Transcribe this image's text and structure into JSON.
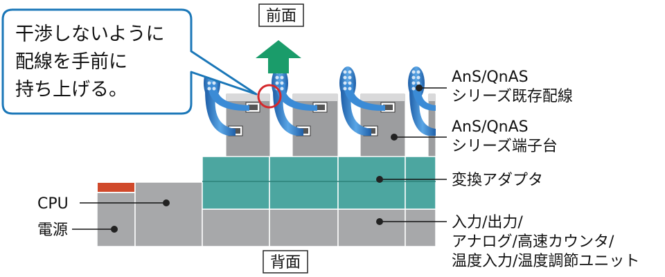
{
  "callout": {
    "lines": [
      "干渉しないように",
      "配線を手前に",
      "持ち上げる。"
    ]
  },
  "labels": {
    "front": "前面",
    "back": "背面",
    "cpu": "CPU",
    "power": "電源",
    "existing_wiring": [
      "AnS/QnAS",
      "シリーズ既存配線"
    ],
    "terminal_block": [
      "AnS/QnAS",
      "シリーズ端子台"
    ],
    "conversion_adapter": "変換アダプタ",
    "io_modules": [
      "入力/出力/",
      "アナログ/高速カウンタ/",
      "温度入力/温度調節ユニット"
    ]
  },
  "colors": {
    "callout_border": "#1b77b8",
    "arrow": "#1a9c6a",
    "adapter": "#4ca6a0",
    "adapter_line": "#2d8079",
    "module_gray": "#a7a8aa",
    "terminal_gray": "#9c9d9f",
    "cpu_accent": "#d0492b",
    "wire_blue": "#2f7fce",
    "highlight_ring": "#d4282c"
  },
  "icons": {
    "arrow": "upward-arrow-icon",
    "highlight": "highlight-circle-icon"
  }
}
